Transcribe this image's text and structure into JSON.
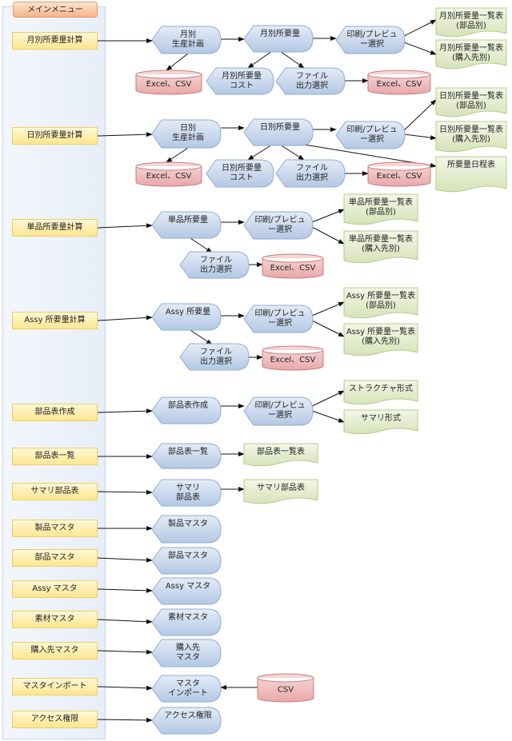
{
  "header": "メインメニュー",
  "menu": [
    "月別所要量計算",
    "日別所要量計算",
    "単品所要量計算",
    "Assy 所要量計算",
    "部品表作成",
    "部品表一覧",
    "サマリ部品表",
    "製品マスタ",
    "部品マスタ",
    "Assy マスタ",
    "素材マスタ",
    "購入先マスタ",
    "マスタインポート",
    "アクセス権限"
  ],
  "nodes": {
    "m_plan": [
      "月別",
      "生産計画"
    ],
    "m_req": [
      "月別所要量"
    ],
    "m_print": [
      "印刷/プレビュ",
      "ー選択"
    ],
    "m_docA": [
      "月別所要量一覧表",
      "(部品別)"
    ],
    "m_docB": [
      "月別所要量一覧表",
      "(購入先別)"
    ],
    "m_xls1": [
      "Excel、CSV"
    ],
    "m_cost": [
      "月別所要量",
      "コスト"
    ],
    "m_file": [
      "ファイル",
      "出力選択"
    ],
    "m_xls2": [
      "Excel、CSV"
    ],
    "d_plan": [
      "日別",
      "生産計画"
    ],
    "d_req": [
      "日別所要量"
    ],
    "d_print": [
      "印刷/プレビュ",
      "ー選択"
    ],
    "d_docA": [
      "日別所要量一覧表",
      "(部品別)"
    ],
    "d_docB": [
      "日別所要量一覧表",
      "(購入先別)"
    ],
    "d_docC": [
      "所要量日程表"
    ],
    "d_xls1": [
      "Excel、CSV"
    ],
    "d_cost": [
      "日別所要量",
      "コスト"
    ],
    "d_file": [
      "ファイル",
      "出力選択"
    ],
    "d_xls2": [
      "Excel、CSV"
    ],
    "t_req": [
      "単品所要量"
    ],
    "t_print": [
      "印刷/プレビュ",
      "ー選択"
    ],
    "t_docA": [
      "単品所要量一覧表",
      "(部品別)"
    ],
    "t_docB": [
      "単品所要量一覧表",
      "(購入先別)"
    ],
    "t_file": [
      "ファイル",
      "出力選択"
    ],
    "t_xls": [
      "Excel、CSV"
    ],
    "a_req": [
      "Assy 所要量"
    ],
    "a_print": [
      "印刷/プレビュ",
      "ー選択"
    ],
    "a_docA": [
      "Assy 所要量一覧表",
      "(部品別)"
    ],
    "a_docB": [
      "Assy 所要量一覧表",
      "(購入先別)"
    ],
    "a_file": [
      "ファイル",
      "出力選択"
    ],
    "a_xls": [
      "Excel、CSV"
    ],
    "b_make": [
      "部品表作成"
    ],
    "b_print": [
      "印刷/プレビュ",
      "ー選択"
    ],
    "b_docA": [
      "ストラクチャ形式"
    ],
    "b_docB": [
      "サマリ形式"
    ],
    "l_list": [
      "部品表一覧"
    ],
    "l_doc": [
      "部品表一覧表"
    ],
    "s_sum": [
      "サマリ",
      "部品表"
    ],
    "s_doc": [
      "サマリ部品表"
    ],
    "x_prod": [
      "製品マスタ"
    ],
    "x_part": [
      "部品マスタ"
    ],
    "x_assy": [
      "Assy マスタ"
    ],
    "x_mat": [
      "素材マスタ"
    ],
    "x_sup": [
      "購入先",
      "マスタ"
    ],
    "x_imp": [
      "マスタ",
      "インポート"
    ],
    "x_csv": [
      "CSV"
    ],
    "x_acc": [
      "アクセス権限"
    ]
  },
  "colors": {
    "process": "#c5d6ec",
    "document": "#e0eac8",
    "data": "#f0bcbc",
    "menu": "#ffeca0",
    "header": "#f8c6a0"
  }
}
